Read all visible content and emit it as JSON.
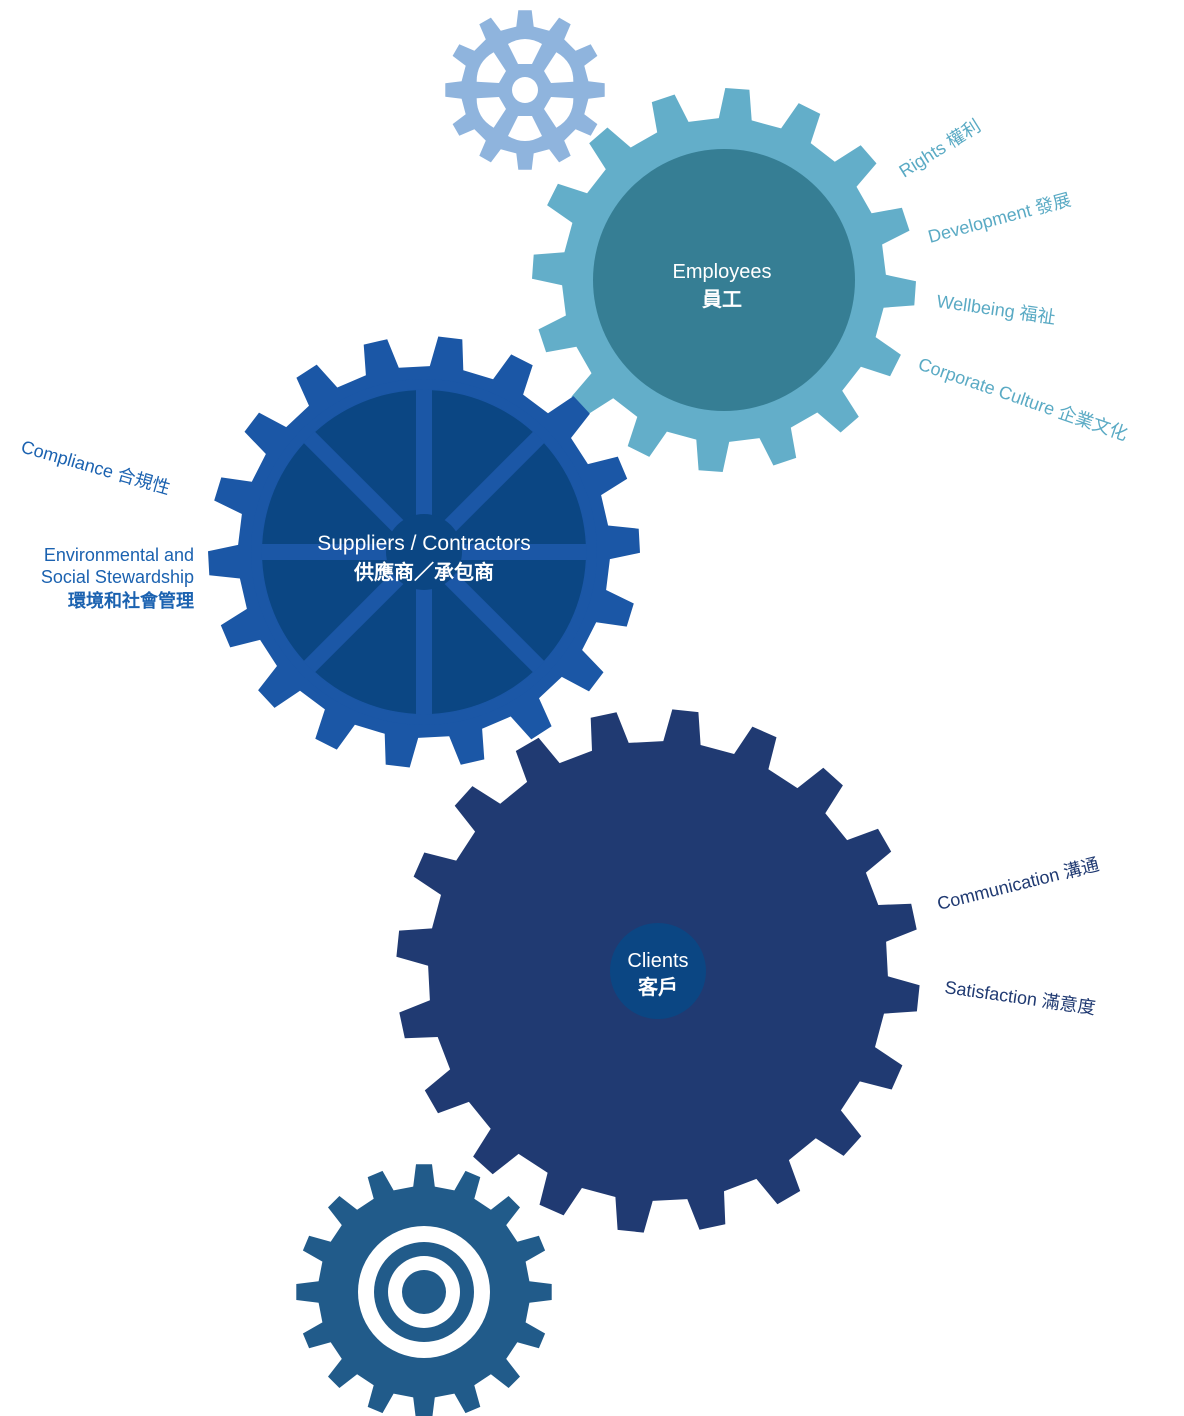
{
  "colors": {
    "small_gear_top": "#8fb4dd",
    "employees_gear": "#63aec9",
    "employees_hub": "#367e94",
    "suppliers_gear": "#1b57a6",
    "suppliers_inner": "#0b4683",
    "clients_gear": "#203a72",
    "clients_hub": "#0b4683",
    "small_gear_bottom": "#215b8a",
    "employees_label": "#5aaac4",
    "suppliers_label": "#1b62b0",
    "clients_label": "#203a72"
  },
  "employees": {
    "title": "Employees",
    "title_zh": "員工",
    "aspects": [
      "Rights 權利",
      "Development 發展",
      "Wellbeing 福祉",
      "Corporate Culture 企業文化"
    ]
  },
  "suppliers": {
    "title": "Suppliers / Contractors",
    "title_zh": "供應商／承包商",
    "aspects": {
      "compliance": "Compliance 合規性",
      "env_line1": "Environmental and",
      "env_line2": "Social Stewardship",
      "env_line3": "環境和社會管理"
    }
  },
  "clients": {
    "title": "Clients",
    "title_zh": "客戶",
    "aspects": [
      "Communication 溝通",
      "Satisfaction 滿意度"
    ]
  }
}
